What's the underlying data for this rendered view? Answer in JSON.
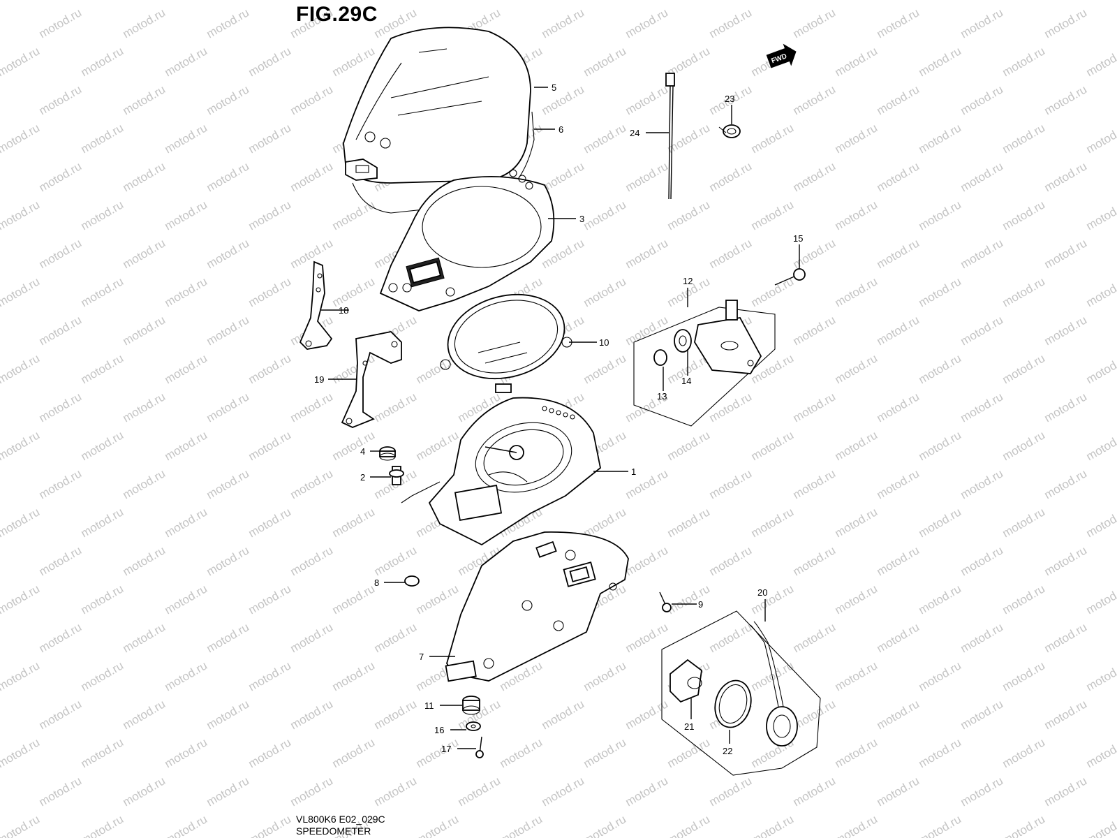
{
  "figure": {
    "title": "FIG.29C",
    "model_code": "VL800K6 E02_029C",
    "caption": "SPEEDOMETER",
    "direction_marker": "FWD",
    "watermark": "motod.ru"
  },
  "callouts": [
    {
      "id": "c1",
      "label": "1"
    },
    {
      "id": "c2",
      "label": "2"
    },
    {
      "id": "c3",
      "label": "3"
    },
    {
      "id": "c4",
      "label": "4"
    },
    {
      "id": "c5",
      "label": "5"
    },
    {
      "id": "c6",
      "label": "6"
    },
    {
      "id": "c7",
      "label": "7"
    },
    {
      "id": "c8",
      "label": "8"
    },
    {
      "id": "c9",
      "label": "9"
    },
    {
      "id": "c10",
      "label": "10"
    },
    {
      "id": "c11",
      "label": "11"
    },
    {
      "id": "c12",
      "label": "12"
    },
    {
      "id": "c13",
      "label": "13"
    },
    {
      "id": "c14",
      "label": "14"
    },
    {
      "id": "c15",
      "label": "15"
    },
    {
      "id": "c16",
      "label": "16"
    },
    {
      "id": "c17",
      "label": "17"
    },
    {
      "id": "c18",
      "label": "18"
    },
    {
      "id": "c19",
      "label": "19"
    },
    {
      "id": "c20",
      "label": "20"
    },
    {
      "id": "c21",
      "label": "21"
    },
    {
      "id": "c22",
      "label": "22"
    },
    {
      "id": "c23",
      "label": "23"
    },
    {
      "id": "c24",
      "label": "24"
    }
  ]
}
